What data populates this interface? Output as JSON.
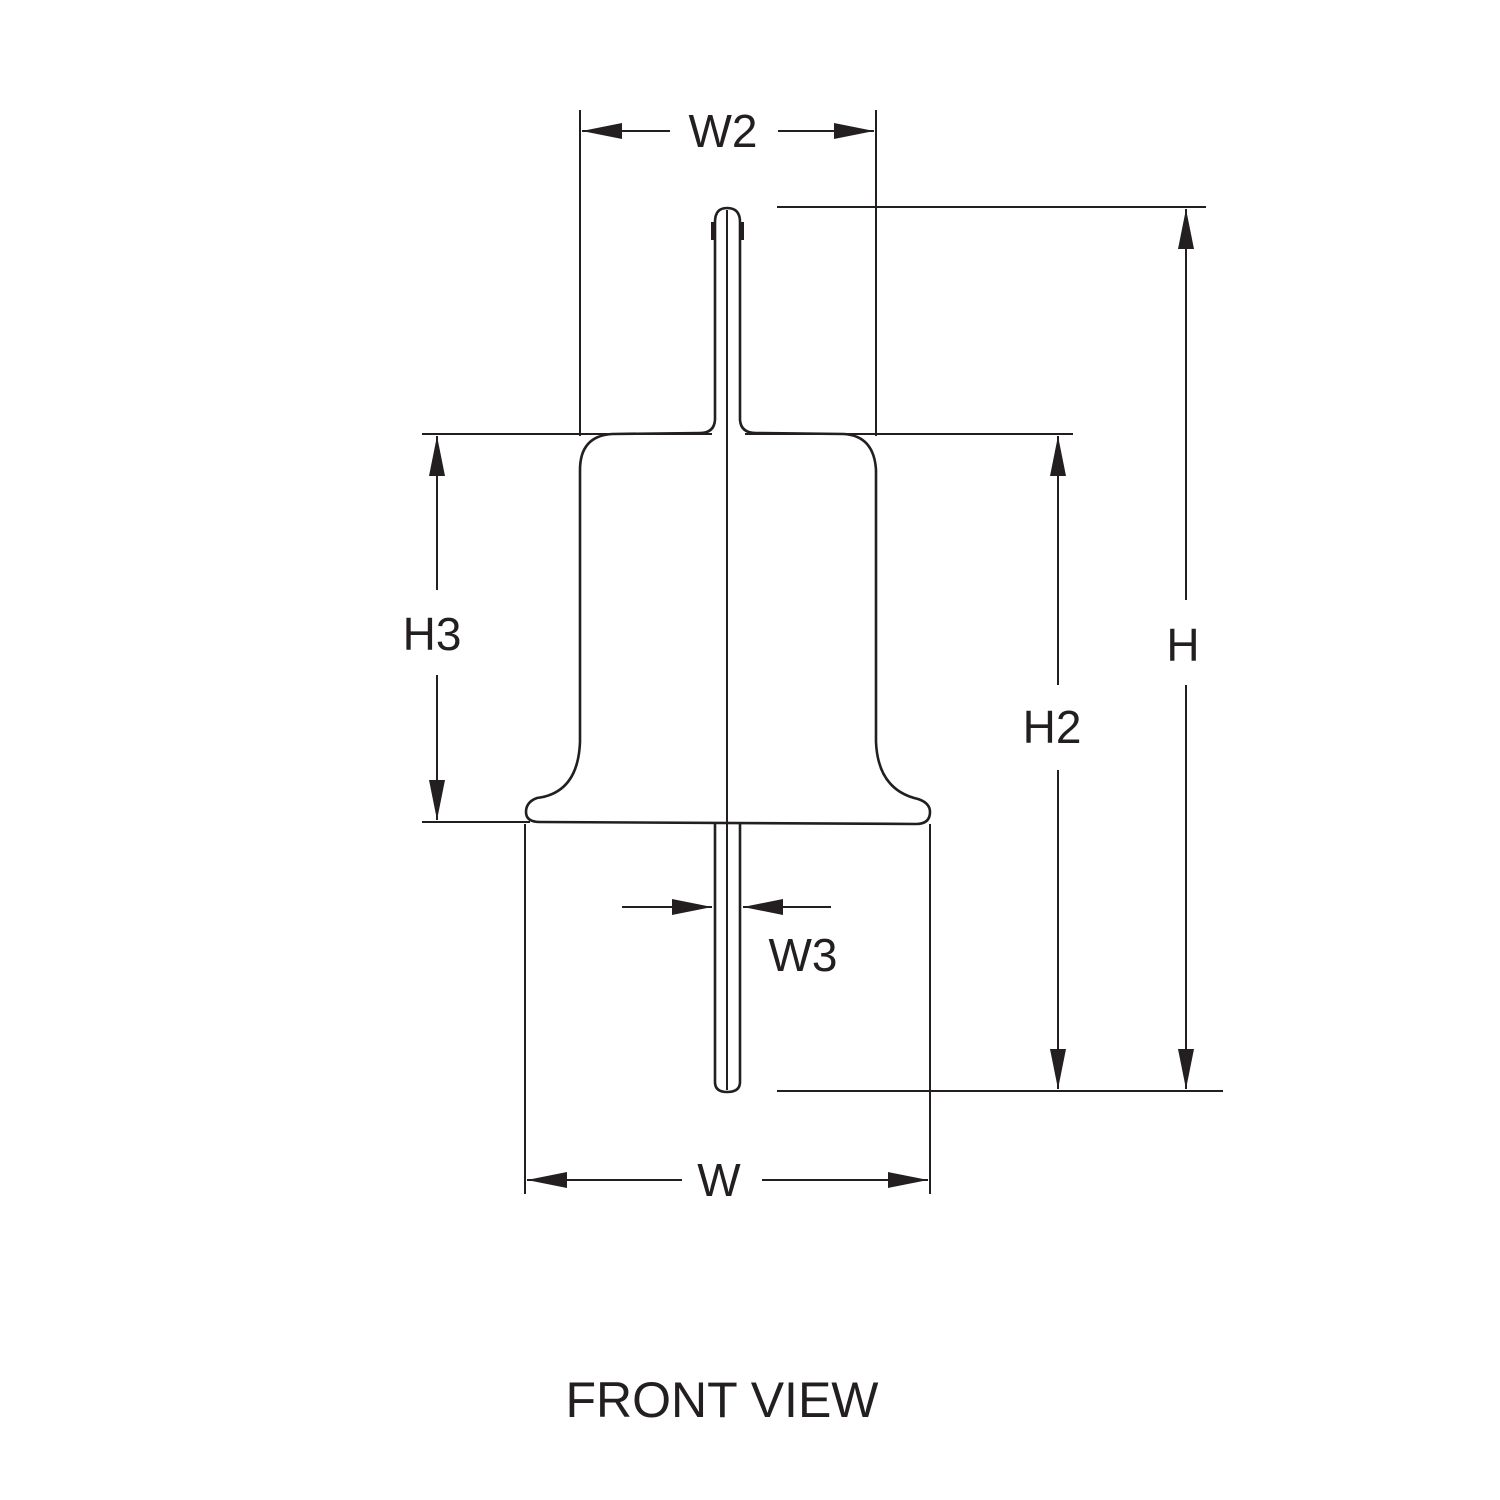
{
  "dimensions": {
    "w2": "W2",
    "h": "H",
    "h2": "H2",
    "h3": "H3",
    "w": "W",
    "w3": "W3"
  },
  "caption": "FRONT VIEW",
  "colors": {
    "line": "#231f20",
    "background": "#ffffff"
  }
}
